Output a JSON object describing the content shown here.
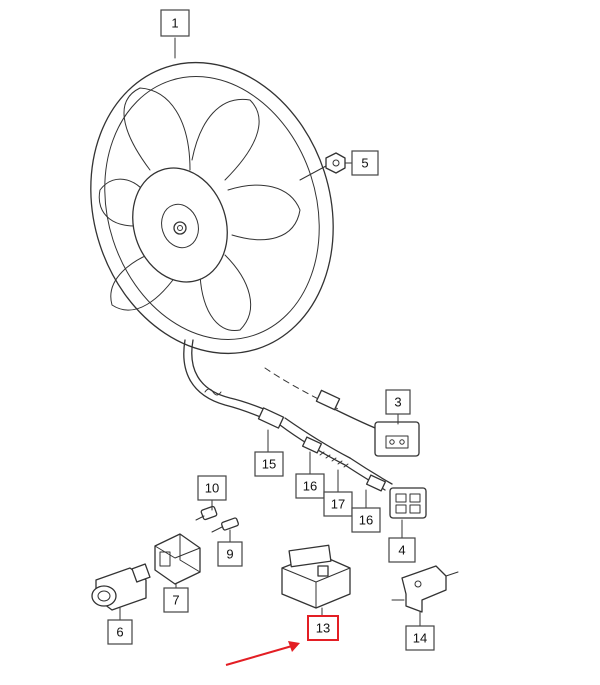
{
  "diagram": {
    "labels": {
      "p1": "1",
      "p3": "3",
      "p4": "4",
      "p5": "5",
      "p6": "6",
      "p7": "7",
      "p9": "9",
      "p10": "10",
      "p13": "13",
      "p14": "14",
      "p15": "15",
      "p16a": "16",
      "p16b": "16",
      "p17": "17"
    },
    "highlight": {
      "part": "13",
      "color": "#e31e24"
    },
    "icons": {
      "pointer": "red-arrow-icon"
    }
  }
}
